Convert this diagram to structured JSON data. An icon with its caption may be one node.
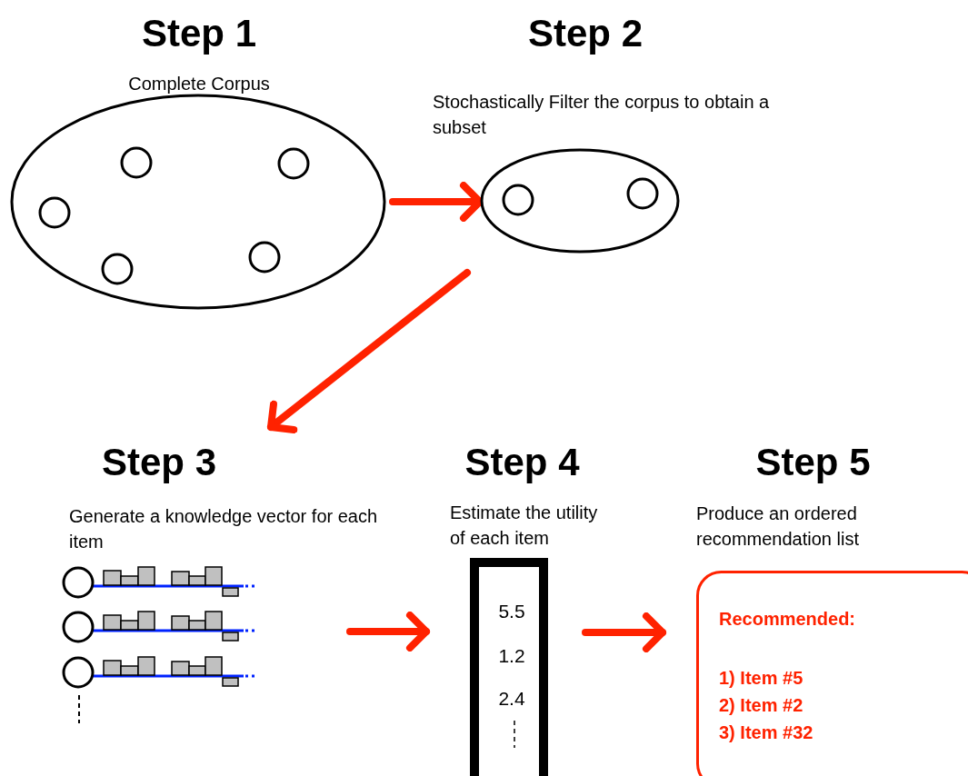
{
  "diagram": {
    "nodes": [
      {
        "text": [
          "Step 1",
          "Complete Corpus"
        ]
      },
      {
        "text": [],
        "shape": "circle",
        "in": 0
      },
      {
        "text": [],
        "shape": "circle",
        "in": 0
      },
      {
        "text": [],
        "shape": "circle",
        "in": 0
      },
      {
        "text": [],
        "shape": "circle",
        "in": 0
      },
      {
        "text": [],
        "shape": "circle",
        "in": 0
      },
      {
        "text": [
          "Step 2",
          "Stochastically Filter the corpus to obtain a subset"
        ]
      },
      {
        "text": [],
        "shape": "circle",
        "in": 6
      },
      {
        "text": [],
        "shape": "circle",
        "in": 6
      },
      {
        "text": [
          "Step 3",
          "Generate a knowledge vector for each item"
        ]
      },
      {
        "text": [
          "Step 4",
          "Estimate the utility of each item",
          "5.5",
          "1.2",
          "2.4"
        ]
      },
      {
        "text": [
          "Step 5",
          "Produce an ordered recommendation list",
          "Recommended:",
          "1) Item #5",
          "2) Item #2",
          "3) Item #32"
        ]
      }
    ],
    "edges": [
      {
        "from": 0,
        "to": 6,
        "arrow": "to"
      },
      {
        "from": 6,
        "to": 9,
        "arrow": "to"
      },
      {
        "from": 9,
        "to": 10,
        "arrow": "to"
      },
      {
        "from": 10,
        "to": 11,
        "arrow": "to"
      }
    ]
  }
}
